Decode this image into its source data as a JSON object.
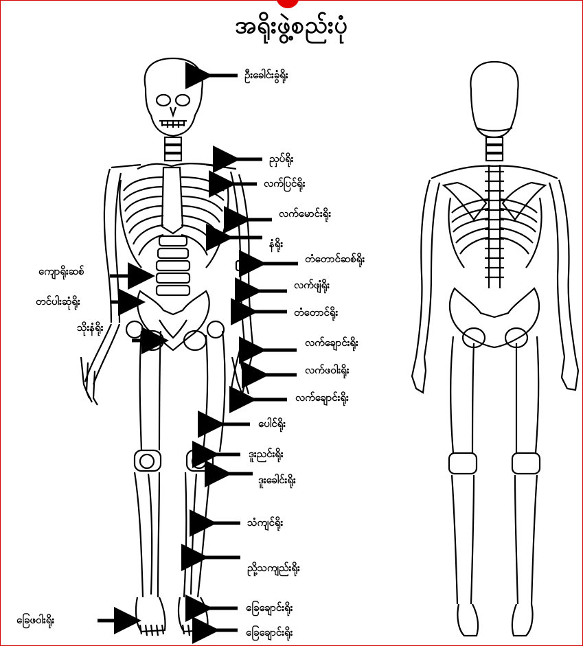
{
  "title": "အရိုးဖွဲ့စည်းပုံ",
  "labels": {
    "skull": "ဦးခေါင်းခွံရိုး",
    "neck": "ညှပ်ရိုး",
    "shoulder": "လက်ပြင်ရိုး",
    "upper_arm": "လက်မောင်းရိုး",
    "rib": "နံရိုး",
    "elbow": "တံတောင်ဆစ်ရိုး",
    "spine": "ကျောရိုးဆစ်",
    "hip": "တင်ပါးဆုံရိုး",
    "forearm": "လက်ဖျံရိုး",
    "radius": "တံတောင်ရိုး",
    "pelvis": "သိုးနံရိုး",
    "wrist": "လက်ချောင်းရိုး",
    "palm": "လက်ဖဝါးရိုး",
    "fingers": "လက်ချောင်းရိုး",
    "femur": "ပေါင်ရိုး",
    "kneecap": "ဒူးညင်းရိုး",
    "knee": "ဒူးခေါင်းရိုး",
    "shin": "သံကျင်ရိုး",
    "fibula": "ညို့သကျည်းရိုး",
    "ankle": "ခြေချောင်းရိုး",
    "sole": "ခြေဖဝါးရိုး",
    "toes": "ခြေချောင်းရိုး"
  }
}
